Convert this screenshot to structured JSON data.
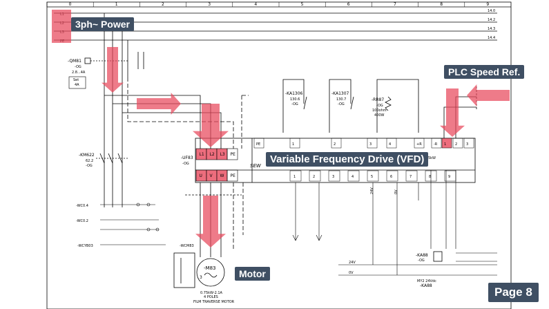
{
  "callouts": {
    "power": "3ph~ Power",
    "plc_speed_ref": "PLC Speed Ref.",
    "vfd": "Variable Frequency Drive (VFD)",
    "motor": "Motor",
    "page": "Page 8"
  },
  "ruler": {
    "columns": [
      "0",
      "1",
      "2",
      "3",
      "4",
      "5",
      "6",
      "7",
      "8",
      "9"
    ]
  },
  "bus_lines": {
    "left_labels": [
      "L1",
      "L2",
      "L3",
      "PE"
    ],
    "right_labels": [
      "14.0",
      "14.2",
      "14.3",
      "14.4"
    ]
  },
  "breaker": {
    "tag": "-QM81",
    "lines": [
      "-OG",
      "2.8...4A",
      "Set",
      "4A"
    ]
  },
  "relays": [
    {
      "tag": "-KA1306",
      "lines": [
        "130.6",
        "-OG"
      ]
    },
    {
      "tag": "-KA1307",
      "lines": [
        "130.7",
        "-OG"
      ]
    }
  ],
  "resistor": {
    "tag": "-RR87",
    "lines": [
      "-OG",
      "100ohm",
      "400W"
    ]
  },
  "contactor": {
    "tag": "-KM622",
    "lines": [
      "62.2",
      "-OG"
    ]
  },
  "vfd": {
    "tag": "-UF83",
    "sub": "-OG",
    "brand": "SEW",
    "input_terminals": [
      "L1",
      "L2",
      "L3",
      "PE"
    ],
    "output_terminals": [
      "U",
      "V",
      "W",
      "PE"
    ],
    "control_terminals": [
      "PE",
      "1",
      "2",
      "3",
      "4",
      "+R",
      "-R",
      "1",
      "2",
      "3"
    ],
    "lower_terminals": [
      "1",
      "2",
      "3",
      "4",
      "5",
      "6",
      "7",
      "8",
      "9"
    ],
    "power": "0.75kW"
  },
  "cable_tags": [
    "-WC0.4",
    "-WC0.2",
    "-WCYB03",
    "-WCM83"
  ],
  "motor": {
    "tag": "-M83",
    "phase": "3",
    "rating": "0.75kW-2.1A",
    "poles": "4 POLES",
    "name": "FILM TRAVERSE MOTOR"
  },
  "relay_coil": {
    "tag": "-KA88",
    "sub": "-OG",
    "bottom_tag": "-KA88",
    "bottom_note": "MY2 24Vdc"
  },
  "supply_labels": {
    "v24": "24V",
    "v0": "0V",
    "line_24v": "24V",
    "line_0v": "0V"
  },
  "colors": {
    "highlight": "#e8485c",
    "callout_bg": "#3f4f63",
    "wire": "#000000"
  }
}
